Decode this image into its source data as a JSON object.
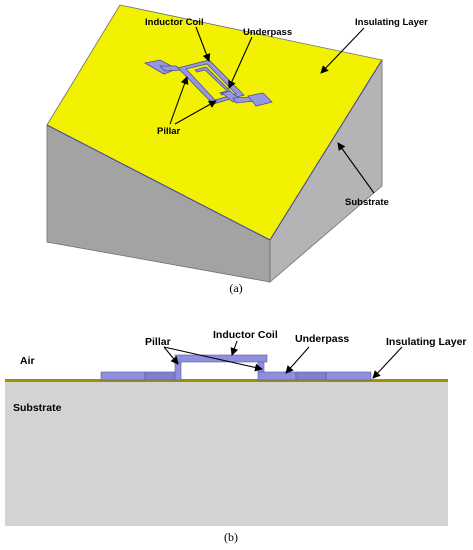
{
  "panel_a": {
    "caption": "(a)",
    "labels": {
      "inductor_coil": "Inductor Coil",
      "underpass": "Underpass",
      "pillar": "Pillar",
      "insulating_layer": "Insulating Layer",
      "substrate": "Substrate"
    }
  },
  "panel_b": {
    "caption": "(b)",
    "labels": {
      "inductor_coil": "Inductor Coil",
      "underpass": "Underpass",
      "pillar": "Pillar",
      "insulating_layer": "Insulating Layer",
      "air": "Air",
      "substrate": "Substrate"
    }
  },
  "colors": {
    "insulating_top": "#f2f200",
    "substrate_front": "#a3a3a3",
    "substrate_side": "#b4b4b4",
    "substrate_section": "#d3d3d3",
    "metal": "#8f8fe0",
    "insulating_line": "#a09000"
  }
}
